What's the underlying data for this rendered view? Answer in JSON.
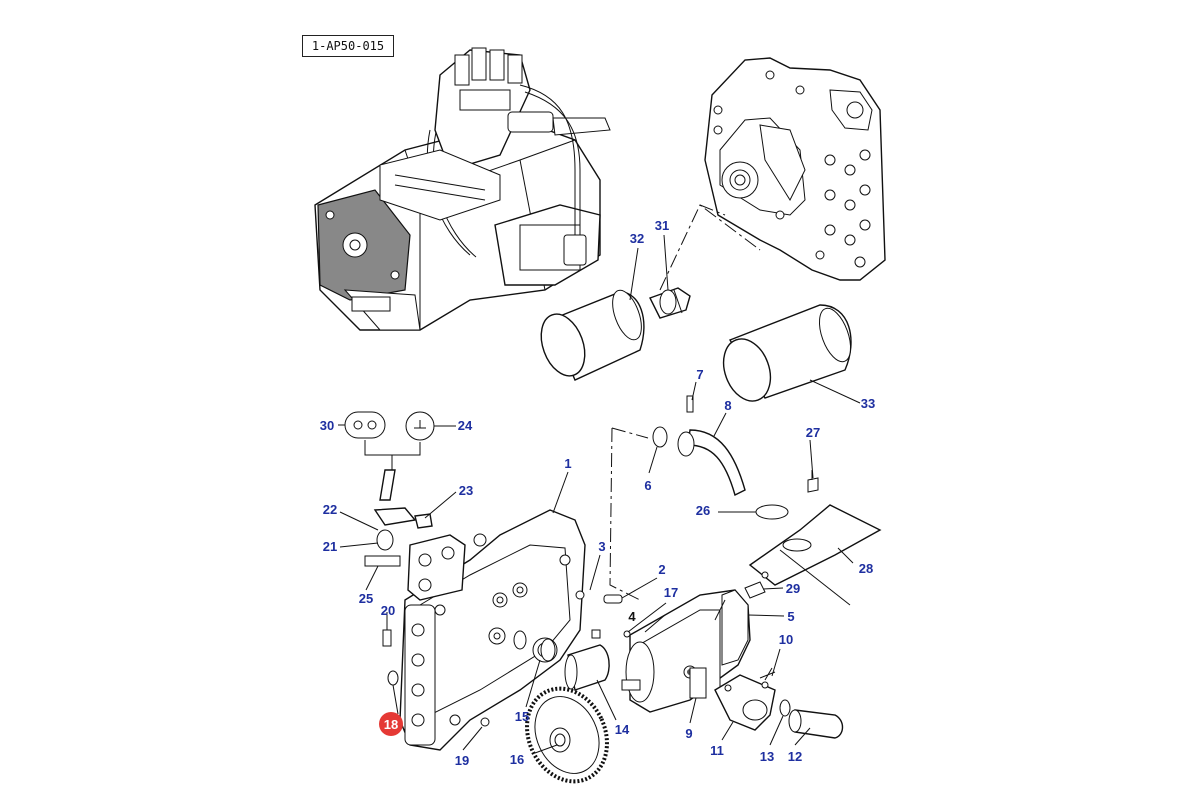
{
  "diagram": {
    "reference_code": "1-AP50-015",
    "callouts": {
      "c1": "1",
      "c2": "2",
      "c3": "3",
      "c4": "4",
      "c5": "5",
      "c6": "6",
      "c7": "7",
      "c8": "8",
      "c9": "9",
      "c10": "10",
      "c11": "11",
      "c12": "12",
      "c13": "13",
      "c14": "14",
      "c15": "15",
      "c16": "16",
      "c17": "17",
      "c18": "18",
      "c19": "19",
      "c20": "20",
      "c21": "21",
      "c22": "22",
      "c23": "23",
      "c24": "24",
      "c25": "25",
      "c26": "26",
      "c27": "27",
      "c28": "28",
      "c29": "29",
      "c30": "30",
      "c31": "31",
      "c32": "32",
      "c33": "33"
    },
    "highlighted_callout": "18",
    "colors": {
      "callout_text": "#1e2fa0",
      "highlight": "#e53935",
      "linework": "#111111"
    }
  }
}
